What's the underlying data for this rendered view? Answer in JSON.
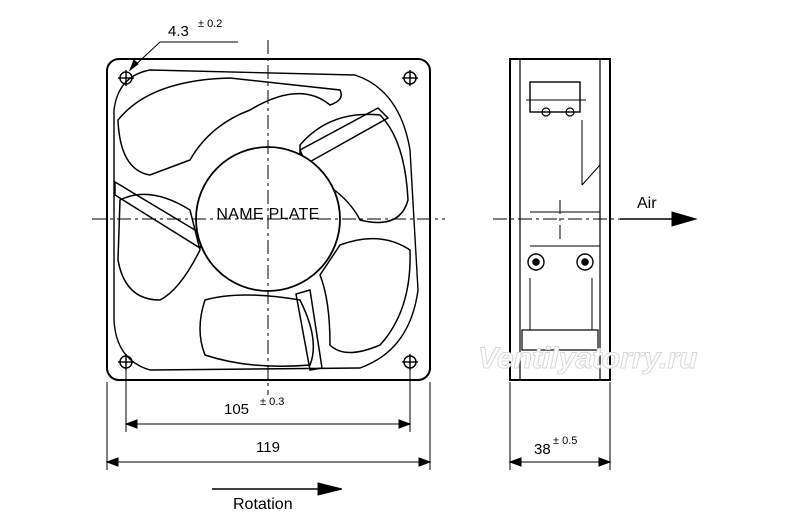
{
  "labels": {
    "name_plate": "NAME  PLATE",
    "hole_dim_value": "4.3",
    "hole_dim_tol": "± 0.2",
    "hole_spacing_value": "105",
    "hole_spacing_tol": "± 0.3",
    "overall_width": "119",
    "depth_value": "38",
    "depth_tol": "± 0.5",
    "airflow": "Air",
    "rotation": "Rotation"
  },
  "watermark": "Ventilyatorry.ru",
  "colors": {
    "line": "#000000",
    "background": "#ffffff",
    "watermark": "#d8d8d8"
  },
  "icons": {
    "airflow_arrow": "arrow-right-icon",
    "rotation_arrow": "arrow-right-icon"
  }
}
